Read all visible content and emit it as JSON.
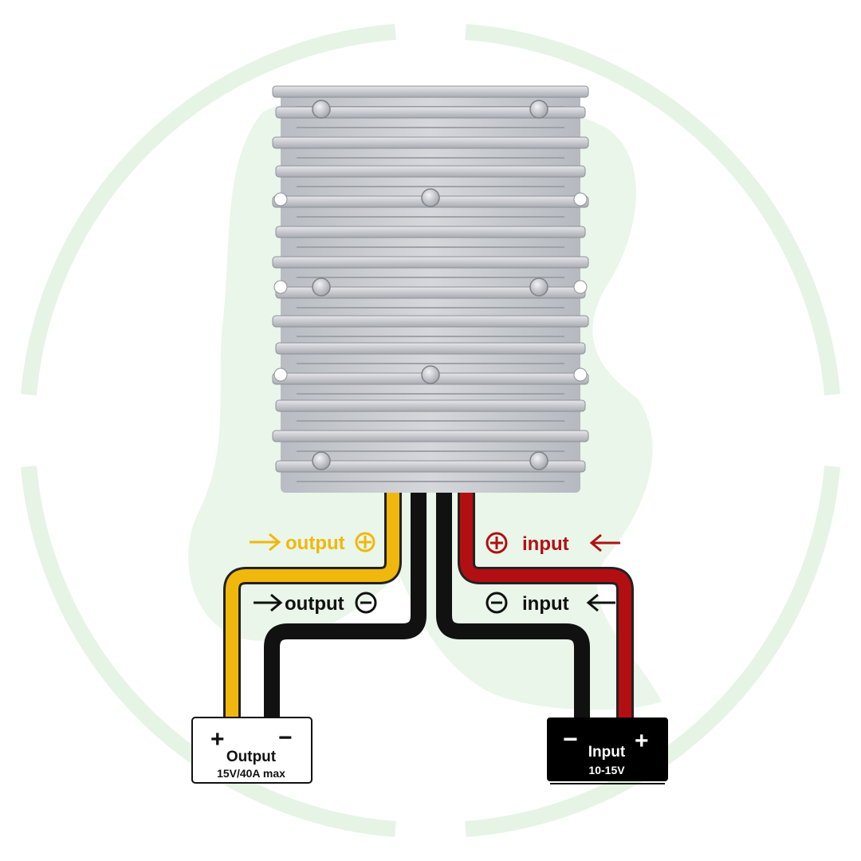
{
  "colors": {
    "background": "#ffffff",
    "watermark": "#e5f4e5",
    "housing": "#c9cbd0",
    "housing_dark": "#9a9da4",
    "output_positive_wire": "#f0b80c",
    "negative_wire": "#111111",
    "input_positive_wire": "#b30f12",
    "output_box_fill": "#ffffff",
    "input_box_fill": "#000000"
  },
  "icons": {
    "watermark": "circular-leaf-logo",
    "arrow_in": "arrow-right-icon",
    "arrow_out": "arrow-left-icon",
    "plus": "circled-plus-icon",
    "minus": "circled-minus-icon"
  },
  "labels": {
    "output_positive": "output",
    "output_negative": "output",
    "input_positive": "input",
    "input_negative": "input"
  },
  "output_terminal": {
    "plus": "+",
    "minus": "−",
    "title": "Output",
    "rating": "15V/40A max"
  },
  "input_terminal": {
    "plus": "+",
    "minus": "−",
    "title": "Input",
    "rating": "10-15V"
  }
}
